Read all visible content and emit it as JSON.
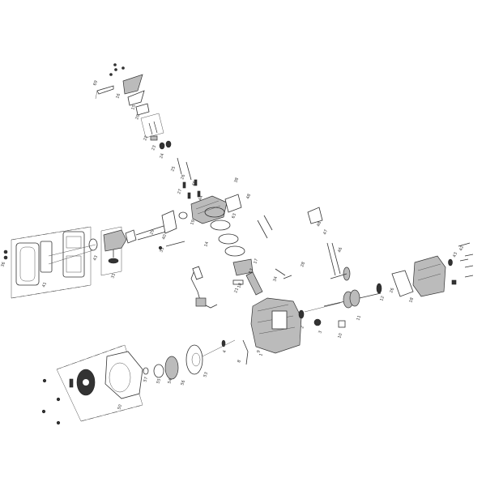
{
  "diagram": {
    "type": "exploded parts diagram",
    "subject": "engine",
    "part_labels": [
      "69",
      "16",
      "15",
      "20",
      "22",
      "23",
      "24",
      "25",
      "26",
      "27",
      "45",
      "44",
      "38",
      "48",
      "63",
      "19",
      "40",
      "29",
      "43",
      "31",
      "41",
      "36",
      "14",
      "17",
      "13",
      "21",
      "18",
      "34",
      "28",
      "46",
      "47",
      "48",
      "2",
      "3",
      "10",
      "11",
      "12",
      "26",
      "18",
      "42",
      "43",
      "1",
      "8",
      "9",
      "53",
      "56",
      "55",
      "50",
      "54",
      "57",
      "4",
      "33"
    ]
  }
}
